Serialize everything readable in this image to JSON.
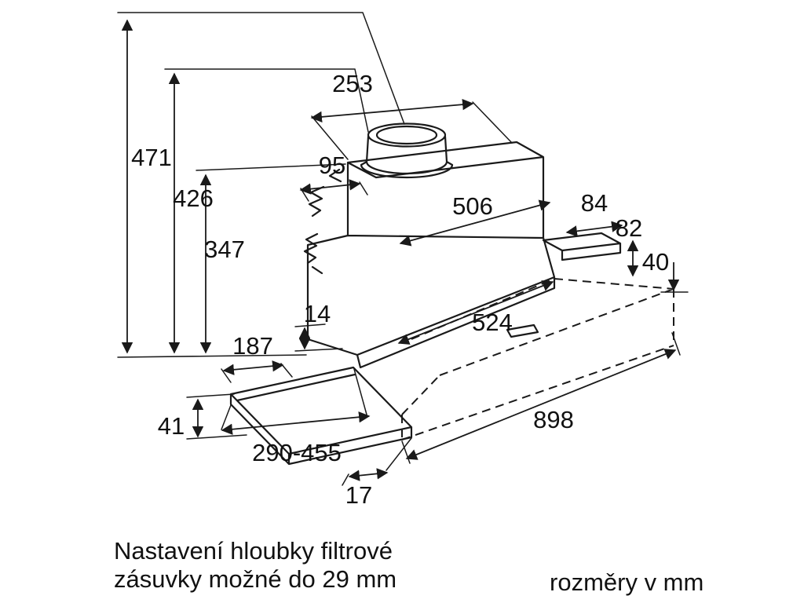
{
  "drawing": {
    "type": "technical-dimension-diagram",
    "subject": "telescopic-cooker-hood",
    "colors": {
      "stroke": "#1a1a1a",
      "background": "#ffffff"
    },
    "units_label": "rozměry v mm",
    "note": {
      "line1": "Nastavení hloubky filtrové",
      "line2": "zásuvky možné do 29 mm"
    },
    "dimensions": {
      "total_height": "471",
      "height_to_collar": "426",
      "body_height": "347",
      "top_depth": "253",
      "duct_offset": "95",
      "upper_width": "506",
      "bracket_depth": "84",
      "bracket_height": "82",
      "top_clearance": "40",
      "lip_step": "14",
      "front_offset": "187",
      "lower_width": "524",
      "visor_thickness": "41",
      "pullout_range": "290-455",
      "total_width": "898",
      "front_edge_depth": "17"
    }
  }
}
